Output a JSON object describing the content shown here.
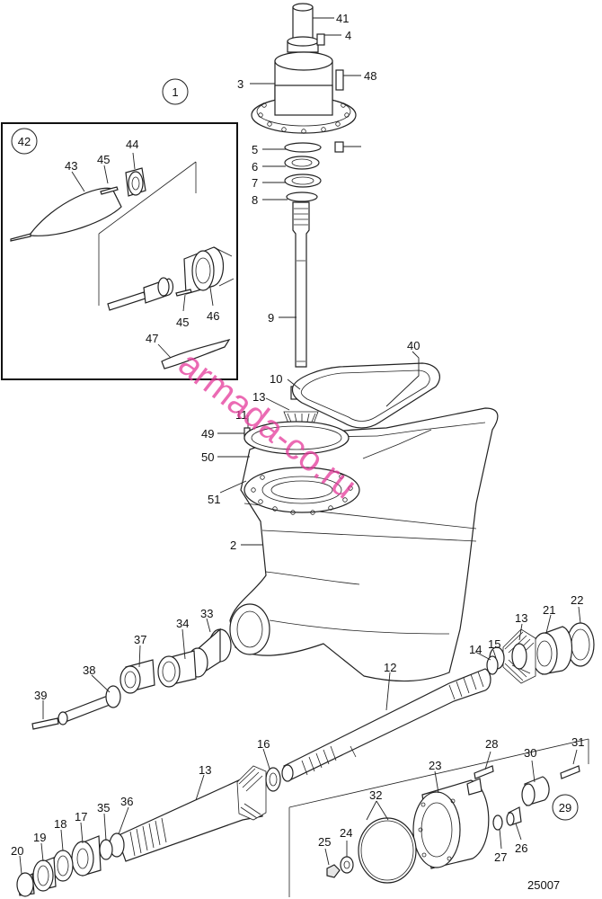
{
  "diagram": {
    "reference_number": "25007",
    "watermark": "armada-co.ru",
    "group_numbers": [
      "1",
      "42",
      "29"
    ],
    "callouts": [
      "41",
      "4",
      "48",
      "3",
      "5",
      "6",
      "7",
      "8",
      "9",
      "40",
      "10",
      "13",
      "11",
      "49",
      "50",
      "51",
      "2",
      "22",
      "21",
      "13",
      "15",
      "14",
      "33",
      "34",
      "37",
      "38",
      "39",
      "12",
      "16",
      "13",
      "28",
      "30",
      "31",
      "36",
      "35",
      "17",
      "18",
      "19",
      "20",
      "23",
      "32",
      "24",
      "25",
      "27",
      "26",
      "43",
      "45",
      "44",
      "45",
      "46",
      "47"
    ]
  }
}
